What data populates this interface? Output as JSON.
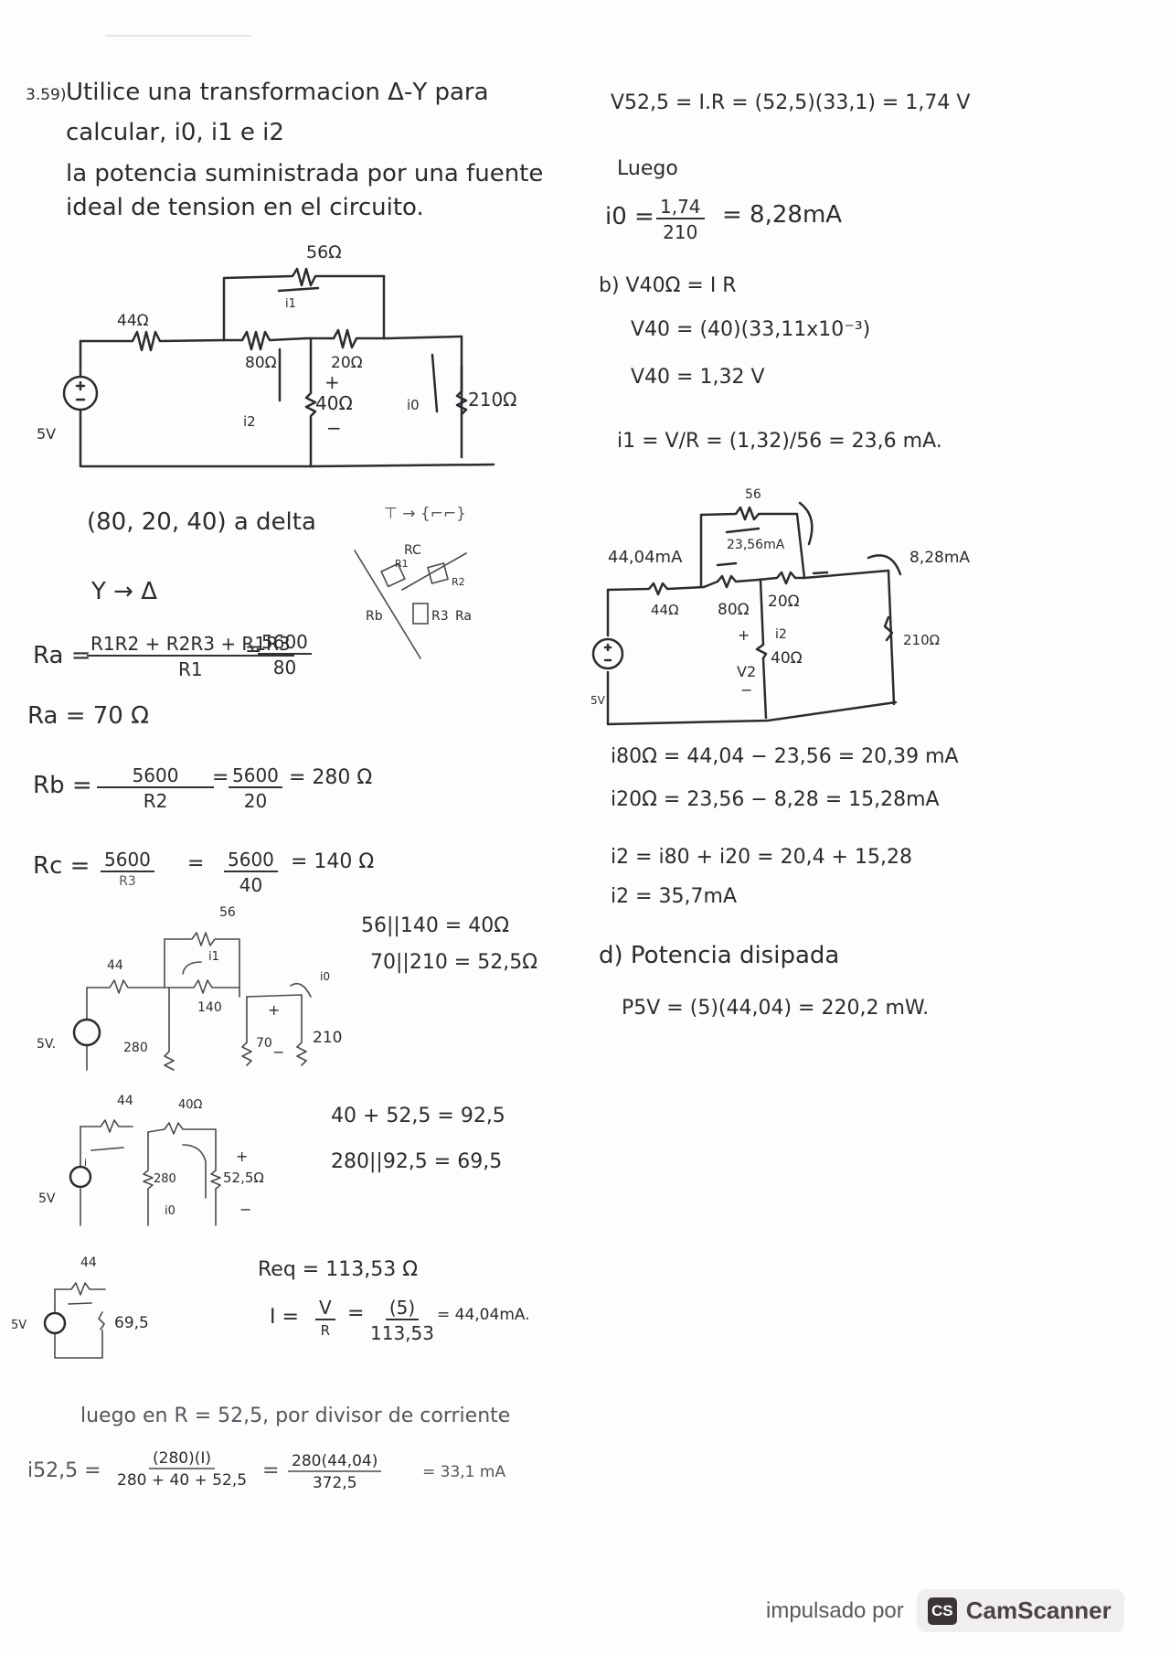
{
  "problem": {
    "number": "3.59)",
    "statement_lines": [
      "Utilice una transformacion Δ-Y para",
      "calcular, i0, i1 e i2",
      "la potencia suministrada por una fuente",
      "ideal de tension en el circuito."
    ]
  },
  "circuit_1": {
    "source": "5V",
    "resistors": {
      "r44": "44Ω",
      "r56": "56Ω",
      "r80": "80Ω",
      "r20": "20Ω",
      "r40": "40Ω",
      "r210": "210Ω"
    },
    "currents": {
      "i1": "i1",
      "i2": "i2",
      "i0": "i0"
    },
    "polarity": {
      "plus": "+",
      "minus": "−"
    }
  },
  "left_calcs": {
    "wye_to_delta_title": "(80, 20, 40) a delta",
    "wye_delta_symbol": "Y → Δ",
    "sketch_labels": {
      "rc": "RC",
      "r1": "R1",
      "r2": "R2",
      "rb": "Rb",
      "r3": "R3",
      "ra": "Ra"
    },
    "ra_formula": {
      "lhs": "Ra =",
      "num": "R1R2 + R2R3 + R1R3",
      "den": "R1",
      "eq": "=",
      "num2": "5600",
      "den2": "80"
    },
    "ra_result": "Ra = 70 Ω",
    "rb_formula": {
      "lhs": "Rb =",
      "num": "5600",
      "den": "R2",
      "eq": "=",
      "num2": "5600",
      "den2": "20",
      "result": "= 280 Ω"
    },
    "rc_formula": {
      "lhs": "Rc =",
      "num": "5600",
      "den": "R3",
      "eq": "=",
      "num2": "5600",
      "den2": "40",
      "result": "= 140 Ω"
    }
  },
  "circuit_2": {
    "source": "5V.",
    "labels": {
      "r56": "56",
      "r44": "44",
      "r140": "140",
      "r280": "280",
      "r70": "70",
      "r210": "210",
      "i1": "i1",
      "i0": "i0",
      "plus": "+",
      "minus": "−"
    },
    "calcs": [
      "56||140 = 40Ω",
      "70||210 = 52,5Ω"
    ]
  },
  "circuit_3": {
    "source": "5V",
    "labels": {
      "r44": "44",
      "r40": "40Ω",
      "r280": "280",
      "r52": "52,5Ω",
      "i": "i",
      "i0": "i0",
      "plus": "+",
      "minus": "−"
    },
    "calcs": [
      "40 + 52,5 = 92,5",
      "280||92,5 = 69,5"
    ]
  },
  "circuit_4": {
    "source": "5V",
    "labels": {
      "r44": "44",
      "r69": "69,5"
    },
    "req": "Req = 113,53 Ω",
    "current": {
      "lhs": "I =",
      "num": "V",
      "den": "R",
      "eq": "=",
      "num2": "(5)",
      "den2": "113,53",
      "result": "= 44,04mA."
    }
  },
  "current_divider": {
    "intro": "luego en R = 52,5, por divisor de corriente",
    "lhs": "i52,5 =",
    "num": "(280)(I)",
    "den": "280 + 40 + 52,5",
    "eq": "=",
    "num2": "280(44,04)",
    "den2": "372,5",
    "result": "= 33,1 mA"
  },
  "right_calcs": {
    "v52": "V52,5 = I.R = (52,5)(33,1) = 1,74 V",
    "luego": "Luego",
    "i0": {
      "lhs": "i0 =",
      "num": "1,74",
      "den": "210",
      "result": "= 8,28mA"
    },
    "part_b": {
      "line1": "b) V40Ω = I R",
      "line2": "V40 = (40)(33,11x10⁻³)",
      "line3": "V40 = 1,32 V",
      "line4": "i1 = V/R = (1,32)/56 = 23,6 mA."
    }
  },
  "circuit_5": {
    "source": "5V",
    "labels": {
      "r56": "56",
      "i56": "23,56mA",
      "itotal": "44,04mA",
      "i210": "8,28mA",
      "r44": "44Ω",
      "r80": "80Ω",
      "r20": "20Ω",
      "r40": "40Ω",
      "r210": "210Ω",
      "i2": "i2",
      "v2": "V2",
      "plus": "+",
      "minus": "−"
    }
  },
  "branch_currents": {
    "i80": "i80Ω = 44,04 − 23,56 = 20,39 mA",
    "i20": "i20Ω = 23,56 − 8,28 = 15,28mA",
    "i2sum": "i2 = i80 + i20 = 20,4 + 15,28",
    "i2": "i2 = 35,7mA"
  },
  "part_d": {
    "title": "d) Potencia disipada",
    "power": "P5V = (5)(44,04) = 220,2 mW."
  },
  "footer": {
    "powered_by": "impulsado por",
    "logo": "CS",
    "brand": "CamScanner"
  }
}
